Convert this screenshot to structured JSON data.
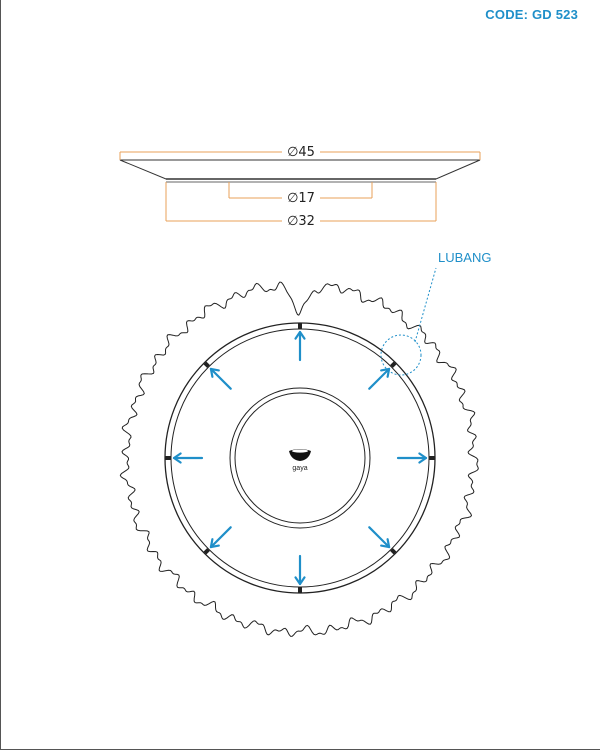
{
  "header": {
    "code": "CODE: GD 523"
  },
  "dimensions": {
    "outer_diameter": "∅45",
    "inner_diameter": "∅17",
    "base_diameter": "∅32"
  },
  "annotation": {
    "hole_label": "LUBANG"
  },
  "logo": {
    "brand": "gaya"
  },
  "colors": {
    "accent_blue": "#1f8fc9",
    "dimension_orange": "#e8a15a",
    "line_black": "#222222"
  }
}
